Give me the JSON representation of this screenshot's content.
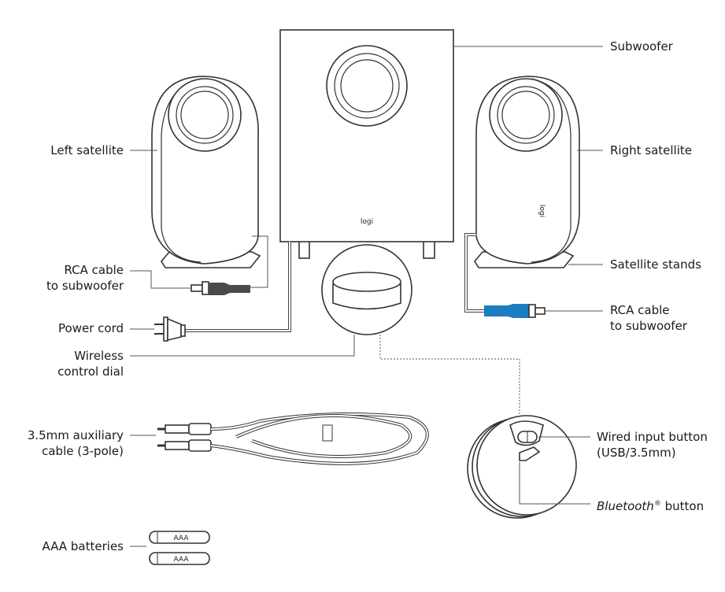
{
  "labels": {
    "subwoofer": "Subwoofer",
    "left_satellite": "Left satellite",
    "right_satellite": "Right satellite",
    "satellite_stands": "Satellite stands",
    "rca_left_1": "RCA cable",
    "rca_left_2": "to subwoofer",
    "rca_right_1": "RCA cable",
    "rca_right_2": "to subwoofer",
    "power_cord": "Power cord",
    "dial_1": "Wireless",
    "dial_2": "control dial",
    "aux_1": "3.5mm auxiliary",
    "aux_2": "cable (3-pole)",
    "wired_1": "Wired input button",
    "wired_2": "(USB/3.5mm)",
    "bt_italic": "Bluetooth",
    "bt_reg": "®",
    "bt_rest": " button",
    "batteries": "AAA batteries"
  },
  "logo_text": "logi",
  "battery_text": "AAA",
  "colors": {
    "rca_left": "#4a4a4e",
    "rca_right": "#1b7cc0",
    "line": "#555555"
  }
}
